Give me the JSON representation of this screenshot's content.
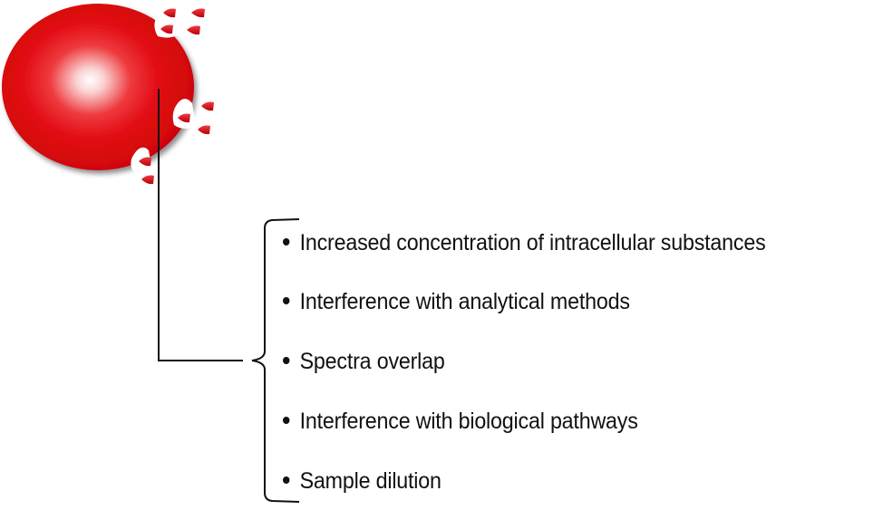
{
  "diagram": {
    "subject": "red blood cell (hemolysis)",
    "colors": {
      "cell": "#e10a12",
      "cell_dark": "#b50008",
      "highlight": "#ffffff",
      "droplet": "#d8101a",
      "line": "#111111"
    },
    "effects": [
      {
        "label": "Increased concentration of intracellular substances"
      },
      {
        "label": "Interference with analytical methods"
      },
      {
        "label": "Spectra overlap"
      },
      {
        "label": "Interference with biological pathways"
      },
      {
        "label": "Sample dilution"
      }
    ]
  }
}
